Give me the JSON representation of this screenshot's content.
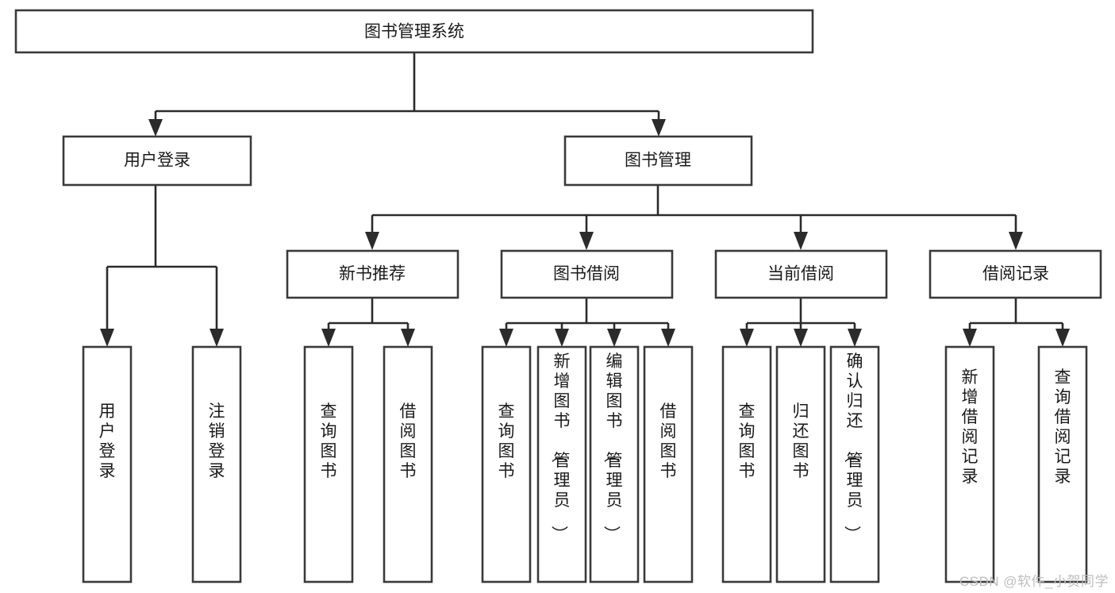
{
  "diagram": {
    "type": "tree",
    "title": "图书管理系统",
    "watermark": "CSDN @软件_小贺同学",
    "colors": {
      "box_stroke": "#3a3a3a",
      "box_fill": "#ffffff",
      "connector": "#2b2b2b",
      "text": "#1a1a1a",
      "watermark": "#bdbdbd",
      "background": "#ffffff"
    },
    "levels": {
      "root": {
        "label": "图书管理系统"
      },
      "level2": [
        {
          "label": "用户登录"
        },
        {
          "label": "图书管理"
        }
      ],
      "level3": [
        {
          "label": "新书推荐"
        },
        {
          "label": "图书借阅"
        },
        {
          "label": "当前借阅"
        },
        {
          "label": "借阅记录"
        }
      ],
      "leaves": [
        {
          "label": "用户登录",
          "parent": "用户登录"
        },
        {
          "label": "注销登录",
          "parent": "用户登录"
        },
        {
          "label": "查询图书",
          "parent": "新书推荐"
        },
        {
          "label": "借阅图书",
          "parent": "新书推荐"
        },
        {
          "label": "查询图书",
          "parent": "图书借阅"
        },
        {
          "label": "新增图书（管理员）",
          "parent": "图书借阅"
        },
        {
          "label": "编辑图书（管理员）",
          "parent": "图书借阅"
        },
        {
          "label": "借阅图书",
          "parent": "图书借阅"
        },
        {
          "label": "查询图书",
          "parent": "当前借阅"
        },
        {
          "label": "归还图书",
          "parent": "当前借阅"
        },
        {
          "label": "确认归还（管理员）",
          "parent": "当前借阅"
        },
        {
          "label": "新增借阅记录",
          "parent": "借阅记录"
        },
        {
          "label": "查询借阅记录",
          "parent": "借阅记录"
        }
      ]
    }
  }
}
